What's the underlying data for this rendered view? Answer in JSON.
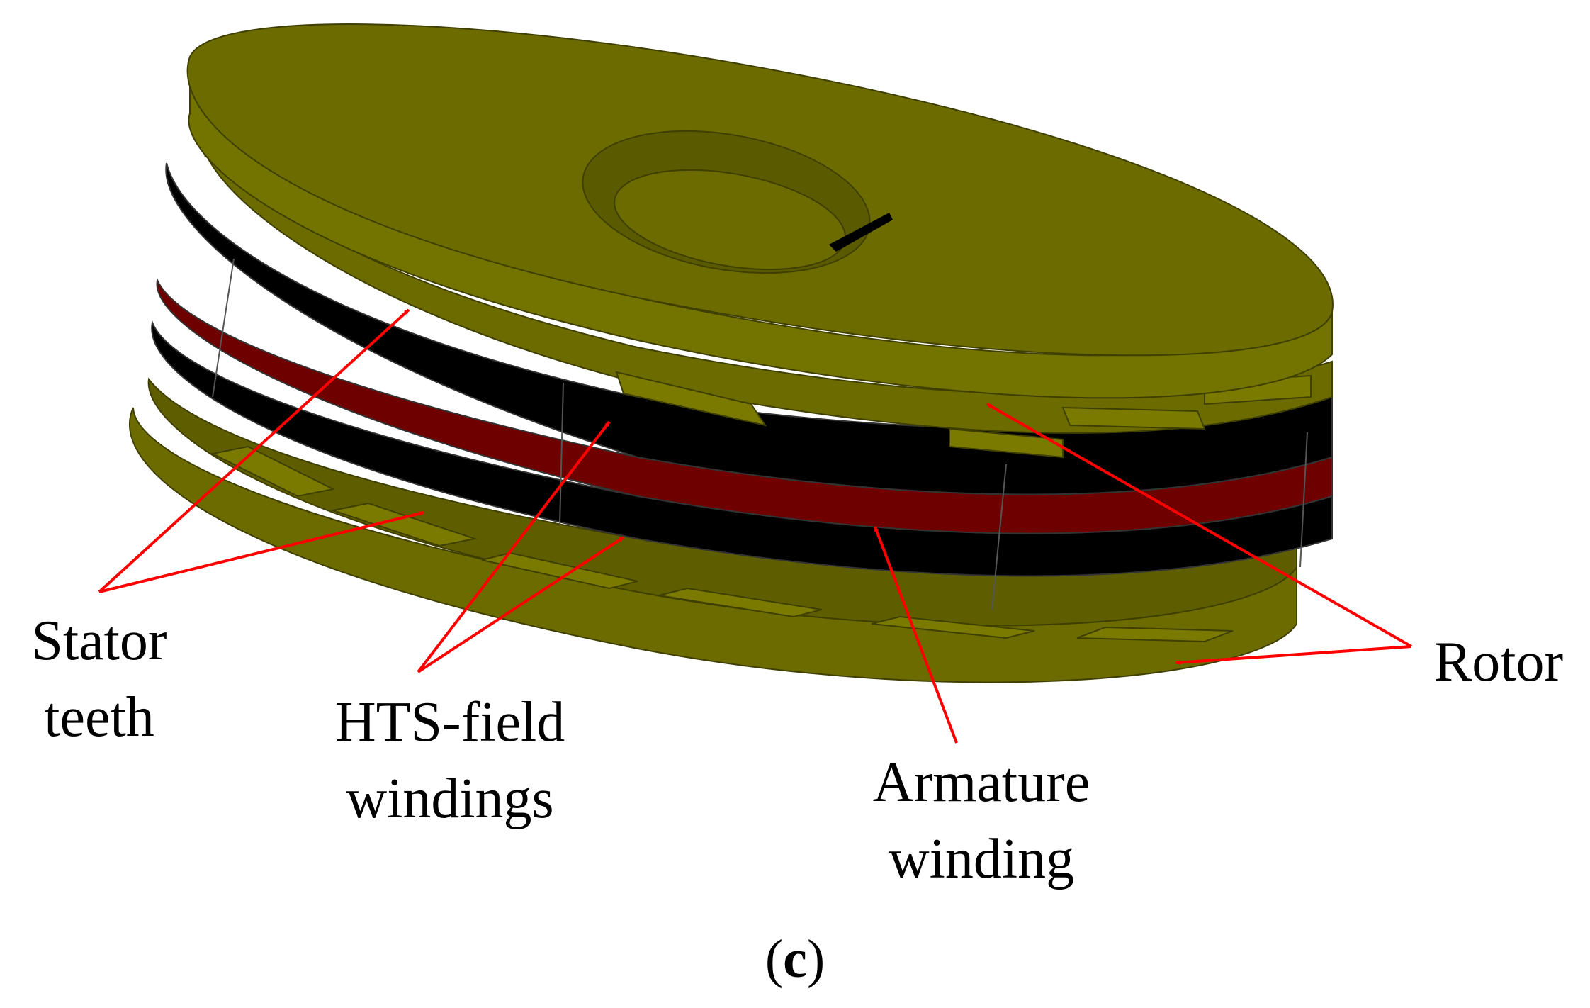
{
  "labels": {
    "stator_teeth": [
      "Stator",
      "teeth"
    ],
    "hts_field_windings": [
      "HTS-field",
      "windings"
    ],
    "armature_winding": [
      "Armature",
      "winding"
    ],
    "rotor": "Rotor"
  },
  "panel": {
    "open": "(",
    "letter": "c",
    "close": ")"
  },
  "colors": {
    "rotor_steel": "#6b6b00",
    "rotor_steel_dark": "#4f4f00",
    "rotor_steel_light": "#838300",
    "hts_winding": "#000000",
    "armature_winding": "#6e0000",
    "arrow": "#ff0000"
  }
}
